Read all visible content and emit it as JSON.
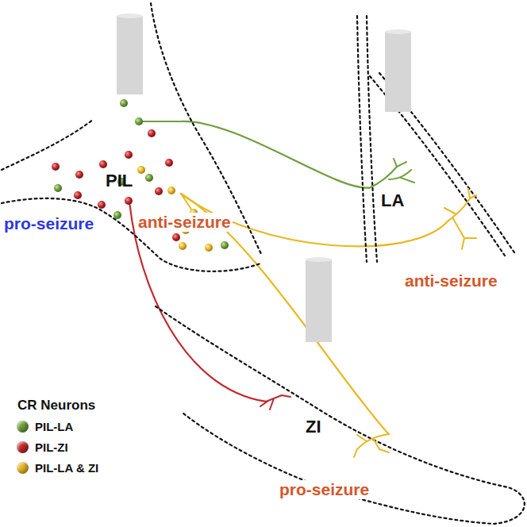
{
  "diagram": {
    "nodes": [
      {
        "text": [
          "PIL"
        ]
      },
      {
        "text": [
          "LA"
        ]
      },
      {
        "text": [
          "ZI"
        ]
      }
    ],
    "edges": [
      {
        "from": 0,
        "to": 1,
        "arrow": "none"
      },
      {
        "from": 0,
        "to": 2,
        "arrow": "none"
      },
      {
        "from": 0,
        "to": 1,
        "arrow": "none"
      },
      {
        "from": 0,
        "to": 2,
        "arrow": "none"
      }
    ],
    "labels": [
      "pro-seizure",
      "anti-seizure",
      "anti-seizure",
      "pro-seizure",
      "CR Neurons"
    ],
    "legend": [
      {
        "text": "PIL-LA",
        "color": "#6f9f3c"
      },
      {
        "text": "PIL-ZI",
        "color": "#c4282c"
      },
      {
        "text": "PIL-LA & ZI",
        "color": "#e9b823"
      }
    ]
  }
}
